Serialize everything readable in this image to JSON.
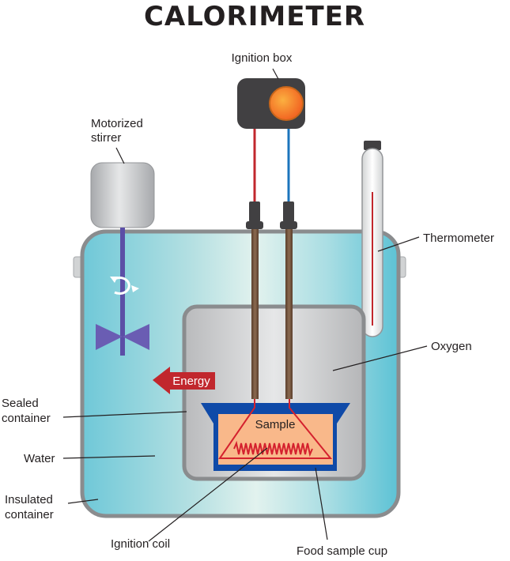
{
  "title": "CALORIMETER",
  "labels": {
    "ignition_box": "Ignition box",
    "motorized_stirrer_line1": "Motorized",
    "motorized_stirrer_line2": "stirrer",
    "thermometer": "Thermometer",
    "oxygen": "Oxygen",
    "energy": "Energy",
    "sealed_container_line1": "Sealed",
    "sealed_container_line2": "container",
    "water": "Water",
    "insulated_container_line1": "Insulated",
    "insulated_container_line2": "container",
    "sample": "Sample",
    "ignition_coil": "Ignition coil",
    "food_sample_cup": "Food sample cup"
  },
  "colors": {
    "water_light": "#e8f4f0",
    "water_mid": "#9fd9e0",
    "water_dark": "#5ec3d6",
    "container_rim": "#8a8c8e",
    "chamber_fill": "#c9cacc",
    "ignition_box": "#414042",
    "ignition_button": "#f7941d",
    "wire_red": "#c1272d",
    "wire_blue": "#1c75bc",
    "cup_blue": "#0f4aa8",
    "sample_fill": "#f9b88a",
    "coil_red": "#d4212e",
    "energy_arrow": "#c1272d",
    "stirrer": "#5b4ea6"
  }
}
